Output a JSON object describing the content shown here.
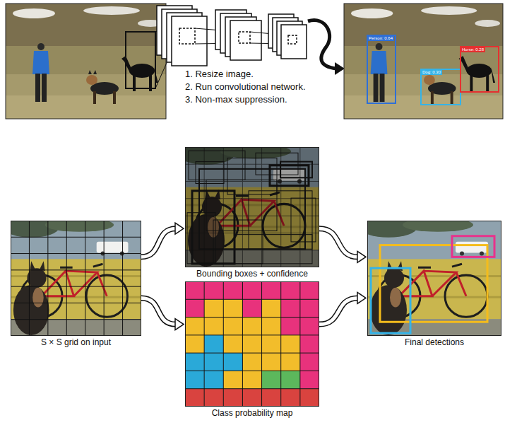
{
  "diagram": {
    "nodes": [
      {
        "text": [
          "S × S grid on input"
        ]
      },
      {
        "text": [
          "Bounding boxes + confidence"
        ]
      },
      {
        "text": [
          "Class probability map"
        ]
      },
      {
        "text": [
          "Final detections"
        ]
      }
    ],
    "edges": [
      {
        "from": 0,
        "to": 1,
        "arrow": "to"
      },
      {
        "from": 0,
        "to": 2,
        "arrow": "to"
      },
      {
        "from": 1,
        "to": 3,
        "arrow": "to"
      },
      {
        "from": 2,
        "to": 3,
        "arrow": "to"
      }
    ],
    "labels": [
      "1. Resize image.",
      "2. Run convolutional network.",
      "3. Non-max suppression.",
      "Person: 0.64",
      "Dog: 0.30",
      "Horse: 0.28"
    ]
  }
}
